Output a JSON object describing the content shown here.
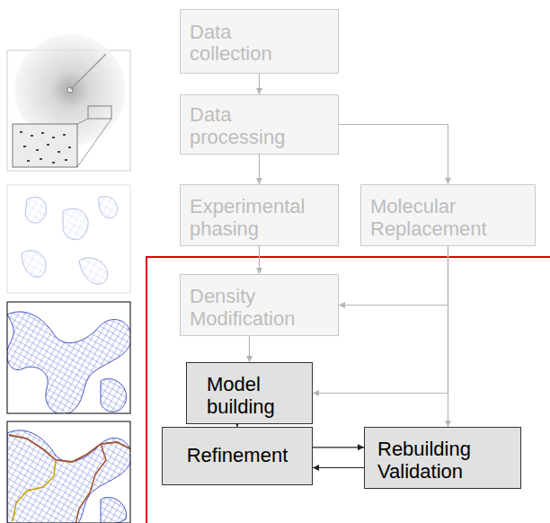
{
  "diagram": {
    "nodes": [
      {
        "text": [
          "Data collection"
        ]
      },
      {
        "text": [
          "Data processing"
        ]
      },
      {
        "text": [
          "Experimental phasing"
        ]
      },
      {
        "text": [
          "Molecular Replacement"
        ]
      },
      {
        "text": [
          "Density Modification"
        ]
      },
      {
        "text": [
          "Model building"
        ]
      },
      {
        "text": [
          "Refinement"
        ]
      },
      {
        "text": [
          "Rebuilding Validation"
        ]
      }
    ],
    "edges": [
      {
        "from": 0,
        "to": 1,
        "arrow": "to"
      },
      {
        "from": 1,
        "to": 2,
        "arrow": "to"
      },
      {
        "from": 1,
        "to": 3,
        "arrow": "to"
      },
      {
        "from": 2,
        "to": 4,
        "arrow": "to"
      },
      {
        "from": 3,
        "to": 4,
        "arrow": "to"
      },
      {
        "from": 4,
        "to": 5,
        "arrow": "to"
      },
      {
        "from": 3,
        "to": 5,
        "arrow": "to"
      },
      {
        "from": 3,
        "to": 7,
        "arrow": "to"
      },
      {
        "from": 5,
        "to": 6,
        "arrow": "to"
      },
      {
        "from": 6,
        "to": 7,
        "arrow": "to"
      },
      {
        "from": 7,
        "to": 6,
        "arrow": "to"
      }
    ]
  }
}
